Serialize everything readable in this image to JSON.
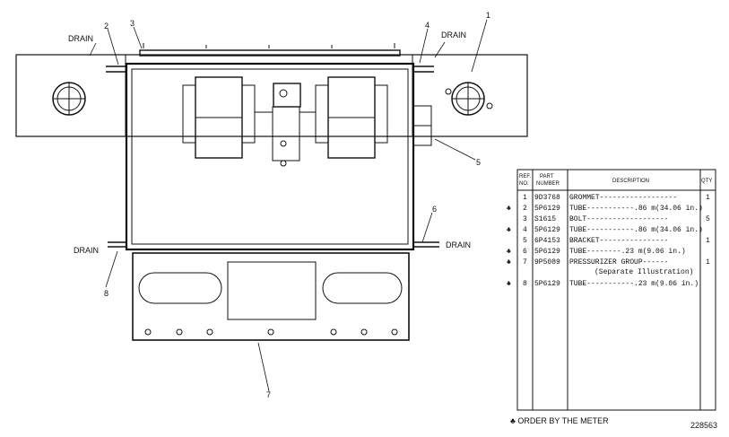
{
  "callouts": {
    "drain_top_left": "DRAIN",
    "drain_top_right": "DRAIN",
    "drain_bottom_left": "DRAIN",
    "drain_bottom_right": "DRAIN",
    "n1": "1",
    "n2": "2",
    "n3": "3",
    "n4": "4",
    "n5": "5",
    "n6": "6",
    "n7": "7",
    "n8": "8"
  },
  "table": {
    "header_ref": "REF.",
    "header_no": "NO.",
    "header_part": "PART",
    "header_number": "NUMBER",
    "header_description": "DESCRIPTION",
    "header_qty": "QTY",
    "rows": [
      {
        "mark": "",
        "ref": "1",
        "part": "9D3768",
        "desc": "GROMMET------------------",
        "qty": "1"
      },
      {
        "mark": "♣",
        "ref": "2",
        "part": "5P6129",
        "desc": "TUBE-----------.86 m(34.06 in.)",
        "qty": ""
      },
      {
        "mark": "",
        "ref": "3",
        "part": "S1615",
        "desc": "BOLT-------------------",
        "qty": "5"
      },
      {
        "mark": "♣",
        "ref": "4",
        "part": "5P6129",
        "desc": "TUBE-----------.86 m(34.06 in.)",
        "qty": ""
      },
      {
        "mark": "",
        "ref": "5",
        "part": "6P4153",
        "desc": "BRACKET----------------",
        "qty": "1"
      },
      {
        "mark": "♣",
        "ref": "6",
        "part": "5P6129",
        "desc": "TUBE--------.23 m(9.06 in.)",
        "qty": ""
      },
      {
        "mark": "♣",
        "ref": "7",
        "part": "9P5089",
        "desc": "PRESSURIZER GROUP------",
        "qty": "1"
      },
      {
        "mark": "",
        "ref": "",
        "part": "",
        "desc": "(Separate Illustration)",
        "qty": ""
      },
      {
        "mark": "♣",
        "ref": "8",
        "part": "5P6129",
        "desc": "TUBE-----------.23 m(9.06 in.)",
        "qty": ""
      }
    ]
  },
  "footnote": "♣ ORDER BY THE METER",
  "figure_id": "228563"
}
